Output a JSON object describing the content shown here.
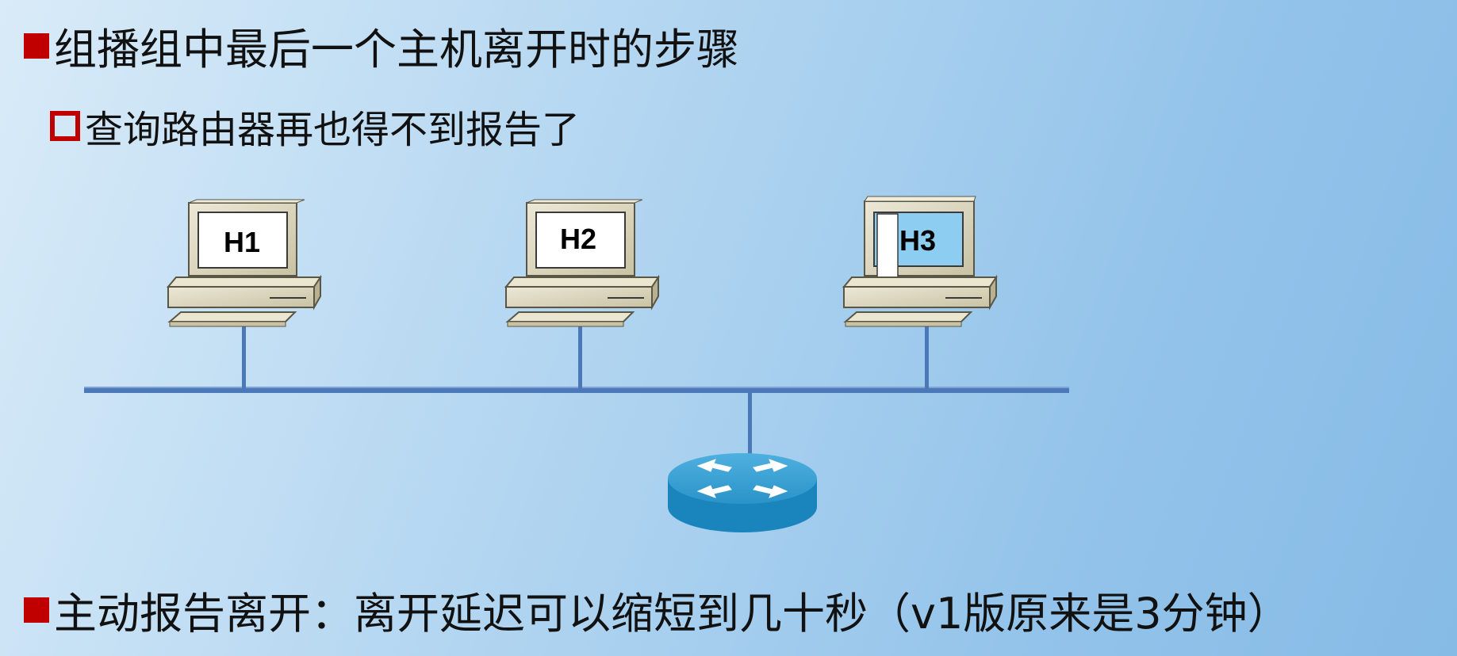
{
  "title": "组播组中最后一个主机离开时的步骤",
  "subtitle": "查询路由器再也得不到报告了",
  "bottom_text": "主动报告离开：离开延迟可以缩短到几十秒（v1版原来是3分钟）",
  "hosts": [
    {
      "label": "H1"
    },
    {
      "label": "H2"
    },
    {
      "label": "H3"
    }
  ],
  "colors": {
    "bullet_red": "#c00000",
    "network_line": "#4a78b8",
    "computer_beige": "#d8d2b8",
    "router_blue": "#1e8cc4"
  },
  "icons": [
    "computer-icon",
    "router-icon"
  ]
}
